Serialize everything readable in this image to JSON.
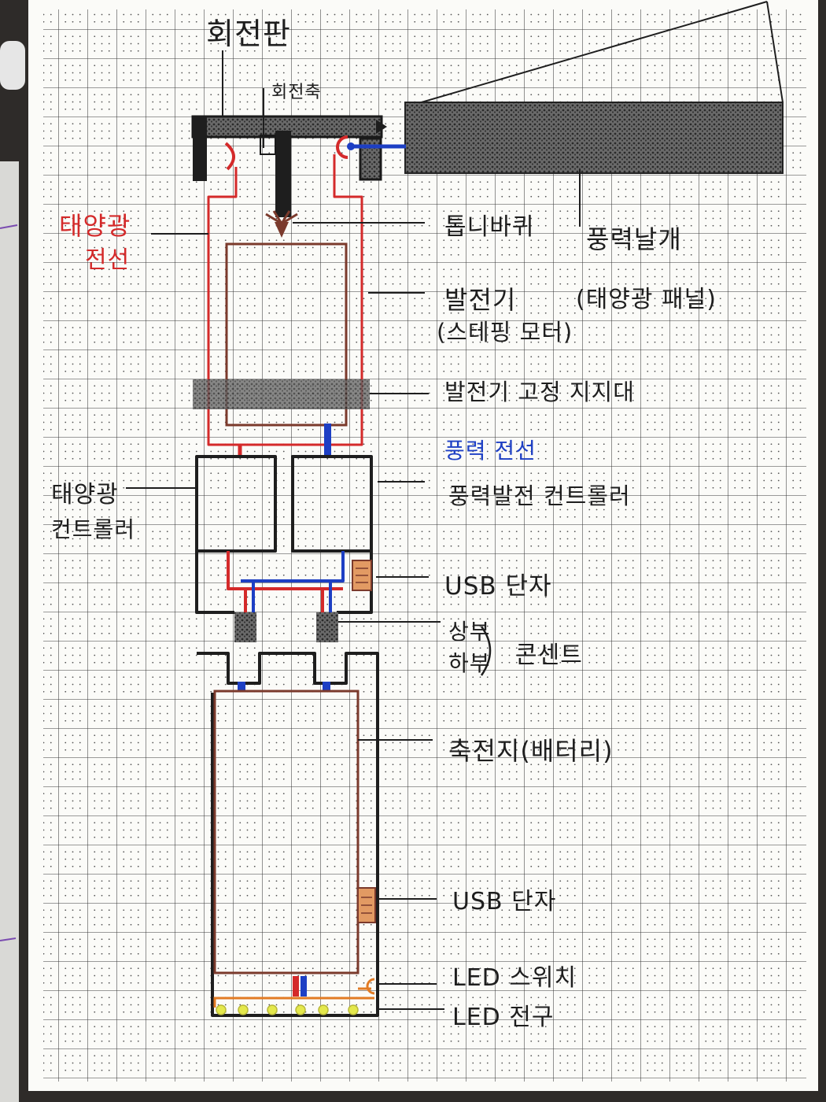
{
  "diagram": {
    "labels": {
      "rotating_plate": "회전판",
      "rotating_shaft": "회전축",
      "gear": "톱니바퀴",
      "wind_blade": "풍력날개",
      "solar_panel": "(태양광 패널)",
      "solar_wire": [
        "태양광",
        "전선"
      ],
      "generator": [
        "발전기",
        "(스테핑 모터)"
      ],
      "generator_support": "발전기 고정 지지대",
      "wind_wire": "풍력 전선",
      "solar_controller": [
        "태양광",
        "컨트롤러"
      ],
      "wind_controller": "풍력발전 컨트롤러",
      "usb_terminal_upper": "USB 단자",
      "socket_parts": [
        "상부",
        "하부"
      ],
      "socket": "콘센트",
      "battery": "축전지(배터리)",
      "usb_terminal_lower": "USB 단자",
      "led_switch": "LED 스위치",
      "led_bulb": "LED 전구"
    }
  },
  "colors": {
    "ink": "#1e1e1e",
    "solar_wire_red": "#d42a2a",
    "wind_wire_blue": "#1d3fc4",
    "component_brown": "#7b3a2c",
    "led_orange": "#e27b24",
    "bulb_yellow": "#e4e84c",
    "shading_gray": "#4a4a4a",
    "paper": "#fbfbf8"
  }
}
